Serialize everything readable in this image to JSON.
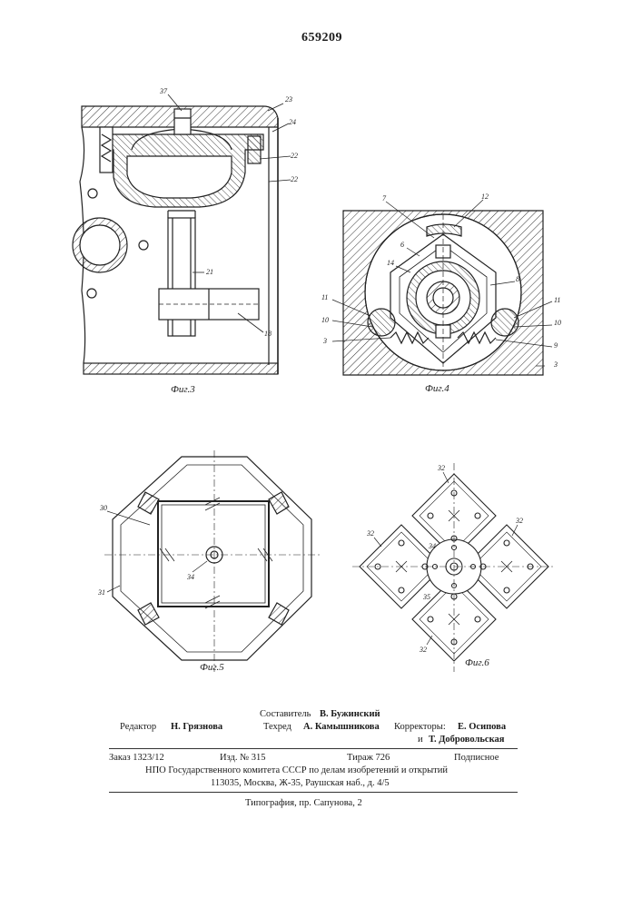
{
  "page": {
    "number": "659209"
  },
  "figures": {
    "fig3": {
      "caption": "Фиг.3",
      "refs": [
        "37",
        "23",
        "24",
        "22",
        "22",
        "21",
        "18"
      ]
    },
    "fig4": {
      "caption": "Фиг.4",
      "refs": [
        "7",
        "12",
        "6",
        "14",
        "8",
        "11",
        "10",
        "3",
        "11",
        "10",
        "9",
        "3"
      ]
    },
    "fig5": {
      "caption": "Фиг.5",
      "refs": [
        "30",
        "31",
        "34"
      ]
    },
    "fig6": {
      "caption": "Фиг.6",
      "refs": [
        "32",
        "32",
        "32",
        "32",
        "34",
        "35"
      ]
    }
  },
  "imprint": {
    "compiler_label": "Составитель",
    "compiler_name": "В. Бужинский",
    "editor_label": "Редактор",
    "editor_name": "Н. Грязнова",
    "techred_label": "Техред",
    "techred_name": "А. Камышникова",
    "correctors_label": "Корректоры:",
    "corrector_1": "Е. Осипова",
    "corrector_2_prefix": "и",
    "corrector_2": "Т. Добровольская",
    "order": "Заказ 1323/12",
    "edition": "Изд. № 315",
    "circulation": "Тираж 726",
    "subscription": "Подписное",
    "org_line": "НПО Государственного комитета СССР по делам изобретений и открытий",
    "address_line": "113035, Москва, Ж-35, Раушская наб., д. 4/5",
    "printer_line": "Типография, пр. Сапунова, 2"
  }
}
